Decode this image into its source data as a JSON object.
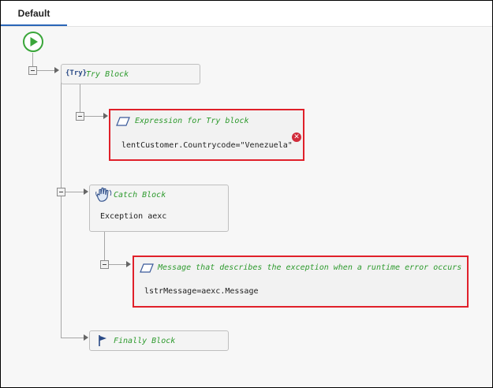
{
  "tabs": [
    {
      "label": "Default"
    }
  ],
  "flow": {
    "try_block": {
      "icon_text": "{Try}",
      "title": "Try Block"
    },
    "expression": {
      "title": "Expression for Try block",
      "code": "lentCustomer.Countrycode=\"Venezuela\""
    },
    "catch_block": {
      "title": "Catch Block",
      "body": "Exception aexc"
    },
    "message": {
      "title": "Message that describes the exception when a runtime error occurs",
      "code": "lstrMessage=aexc.Message"
    },
    "finally_block": {
      "title": "Finally Block"
    }
  },
  "icons": {
    "start": "play-icon",
    "try": "try-braces-icon",
    "expression": "parallelogram-icon",
    "catch": "hand-icon",
    "message": "parallelogram-icon",
    "finally": "flag-icon",
    "error": "error-x-icon"
  },
  "colors": {
    "start_green": "#3aa63a",
    "title_green": "#2d9a2d",
    "highlight_red": "#e0202a",
    "error_red": "#d12b3a",
    "tab_underline": "#2a66b8"
  }
}
